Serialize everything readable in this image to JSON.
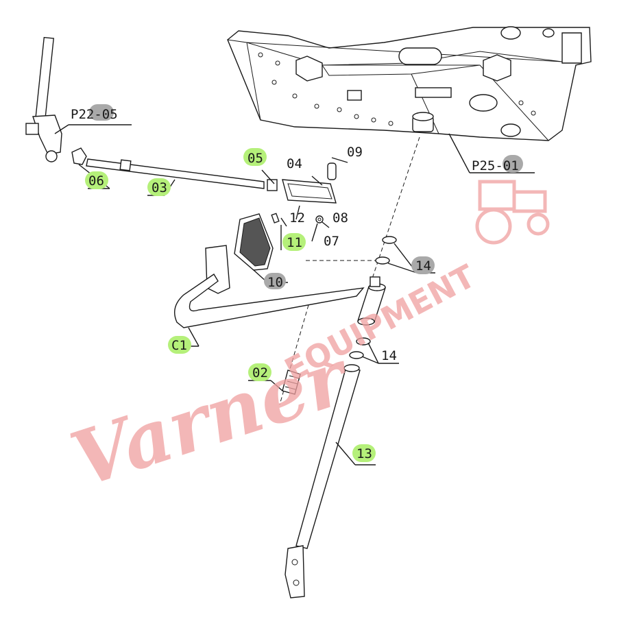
{
  "callouts": {
    "p22_05": "P22-05",
    "p25_01": "P25-01",
    "c05": "05",
    "c04": "04",
    "c09": "09",
    "c06": "06",
    "c03": "03",
    "c12": "12",
    "c08": "08",
    "c11": "11",
    "c07": "07",
    "c14a": "14",
    "c10": "10",
    "c01": "C1",
    "c14b": "14",
    "c02": "02",
    "c13": "13"
  },
  "watermark": {
    "brand": "Varner",
    "tagline": "EQUIPMENT"
  },
  "colors": {
    "highlight_green": "#b5f07a",
    "highlight_gray": "#a9a9a9",
    "watermark_pink": "#f0a0a0",
    "line": "#1a1a1a"
  }
}
